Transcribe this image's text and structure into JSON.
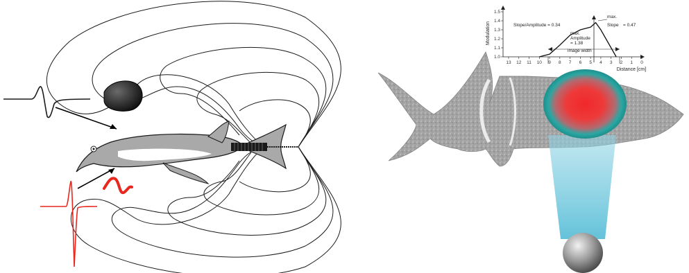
{
  "colors": {
    "field_lines": "#1a1a1a",
    "fish_body": "#a9a9a9",
    "fish_belly": "#ffffff",
    "electric_organ": "#1a1a1a",
    "far_signal": "#1a1a1a",
    "near_signal": "#e8271e",
    "image_center": "#f0282a",
    "image_rim": "#2aa7a3",
    "beam": "#8fd3e4",
    "fish_photo": "#8e8e8e"
  },
  "icons": {
    "object": "stone-object-icon",
    "target": "sphere-object-icon"
  },
  "plot": {
    "ylabel": "Modulation",
    "xlabel": "Distance [cm]",
    "y_ticks": [
      "1.0",
      "1.1",
      "1.2",
      "1.3",
      "1.4",
      "1.5"
    ],
    "x_ticks": [
      "13",
      "12",
      "11",
      "10",
      "9",
      "8",
      "7",
      "6",
      "5",
      "4",
      "3",
      "2",
      "1",
      "0"
    ],
    "annotations": {
      "slope_amplitude": "Slope/Amplitude = 0.34",
      "max_amplitude_1": "max.",
      "max_amplitude_2": "Amplitude",
      "max_amplitude_3": "= 1.38",
      "max_slope_1": "max.",
      "max_slope_2": "Slope",
      "max_slope_3": "= 0.47",
      "image_width": "image width"
    }
  },
  "chart_data": {
    "type": "line",
    "title": "",
    "ylabel": "Modulation",
    "xlabel": "Distance [cm]",
    "xlim": [
      13,
      0
    ],
    "ylim": [
      1.0,
      1.5
    ],
    "x": [
      10,
      9,
      8,
      7,
      6,
      5,
      4.5,
      4,
      3,
      2.5
    ],
    "series": [
      {
        "values": [
          1.0,
          1.03,
          1.13,
          1.24,
          1.3,
          1.33,
          1.38,
          1.3,
          1.1,
          1.0
        ]
      }
    ]
  }
}
